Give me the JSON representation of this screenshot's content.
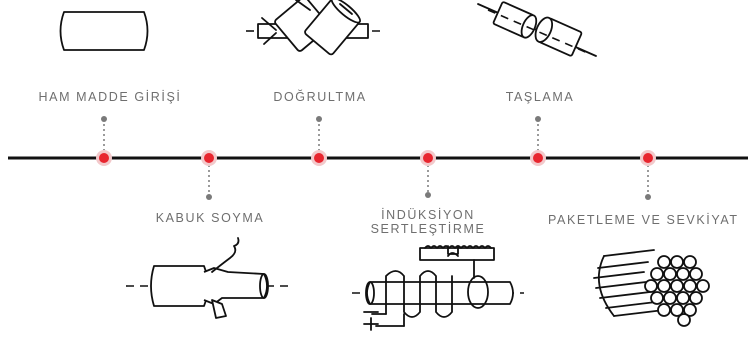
{
  "steps": [
    {
      "label": "HAM MADDE GİRİŞİ",
      "icon": "raw-bar-icon"
    },
    {
      "label": "KABUK SOYMA",
      "icon": "peeling-icon"
    },
    {
      "label": "DOĞRULTMA",
      "icon": "straightening-icon"
    },
    {
      "label_line1": "İNDÜKSİYON",
      "label_line2": "SERTLEŞTİRME",
      "icon": "induction-hardening-icon"
    },
    {
      "label": "TAŞLAMA",
      "icon": "grinding-icon"
    },
    {
      "label": "PAKETLEME VE SEVKİYAT",
      "icon": "packaging-bundle-icon"
    }
  ],
  "colors": {
    "timeline": "#111111",
    "node": "#e8262f",
    "connector": "#7a7a7a",
    "label": "#6f6f6f"
  }
}
